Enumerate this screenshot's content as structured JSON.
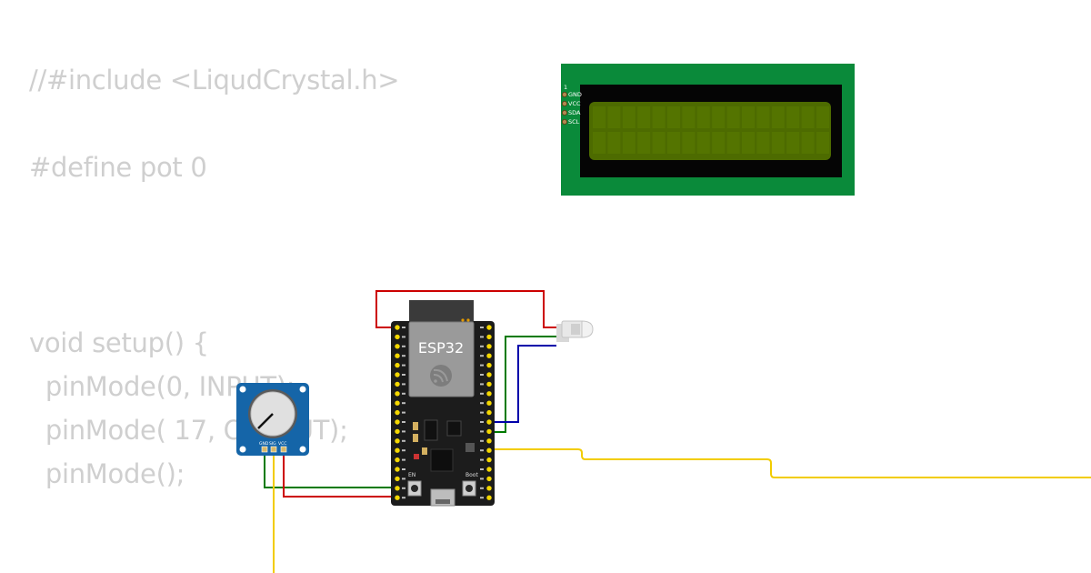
{
  "code": {
    "line_include": "//#include <LiqudCrystal.h>",
    "line_define": "#define pot 0",
    "line_setup": "void setup() {",
    "line_pin1": "  pinMode(0, INPUT);",
    "line_pin2": "  pinMode( 17, OUTPUT);",
    "line_pin3": "  pinMode();"
  },
  "lcd": {
    "pin_number": "1",
    "pins": [
      "GND",
      "VCC",
      "SDA",
      "SCL"
    ],
    "colors": {
      "board": "#0a8a3a",
      "bezel": "#050505",
      "screen": "#4d6b00"
    }
  },
  "esp32": {
    "label": "ESP32",
    "boot_label": "Boot",
    "en_label": "EN",
    "logo_icon": "espressif-logo-icon",
    "colors": {
      "board": "#1c1c1c",
      "shield": "#9a9a9a",
      "pin": "#f5d800"
    }
  },
  "potentiometer": {
    "pins": [
      "GND",
      "SIG",
      "VCC"
    ],
    "colors": {
      "board": "#1565a8",
      "knob": "#e0e0e0"
    }
  },
  "led": {
    "color": "#e8e8e8",
    "icon": "led-icon"
  },
  "wires": {
    "colors": {
      "red": "#cc0000",
      "green": "#007a00",
      "blue": "#0000aa",
      "yellow": "#f2cc00"
    }
  }
}
